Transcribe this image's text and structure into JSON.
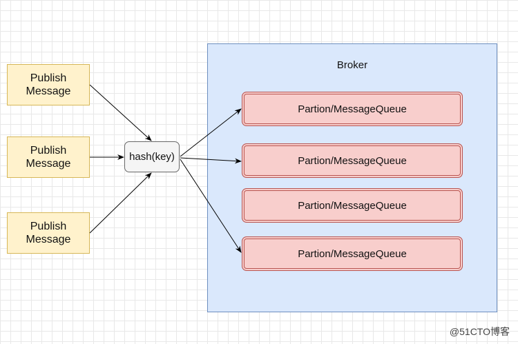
{
  "publishers": [
    {
      "label": "Publish\nMessage"
    },
    {
      "label": "Publish\nMessage"
    },
    {
      "label": "Publish\nMessage"
    }
  ],
  "hash": {
    "label": "hash(key)"
  },
  "broker": {
    "label": "Broker"
  },
  "queues": [
    {
      "label": "Partion/MessageQueue"
    },
    {
      "label": "Partion/MessageQueue"
    },
    {
      "label": "Partion/MessageQueue"
    },
    {
      "label": "Partion/MessageQueue"
    }
  ],
  "watermark": "@51CTO博客",
  "colors": {
    "publisher_fill": "#fff2cc",
    "publisher_stroke": "#d6b656",
    "broker_fill": "#dae8fc",
    "broker_stroke": "#6c8ebf",
    "queue_fill": "#f8cecc",
    "queue_stroke": "#b85450",
    "hash_fill": "#f5f5f5"
  }
}
